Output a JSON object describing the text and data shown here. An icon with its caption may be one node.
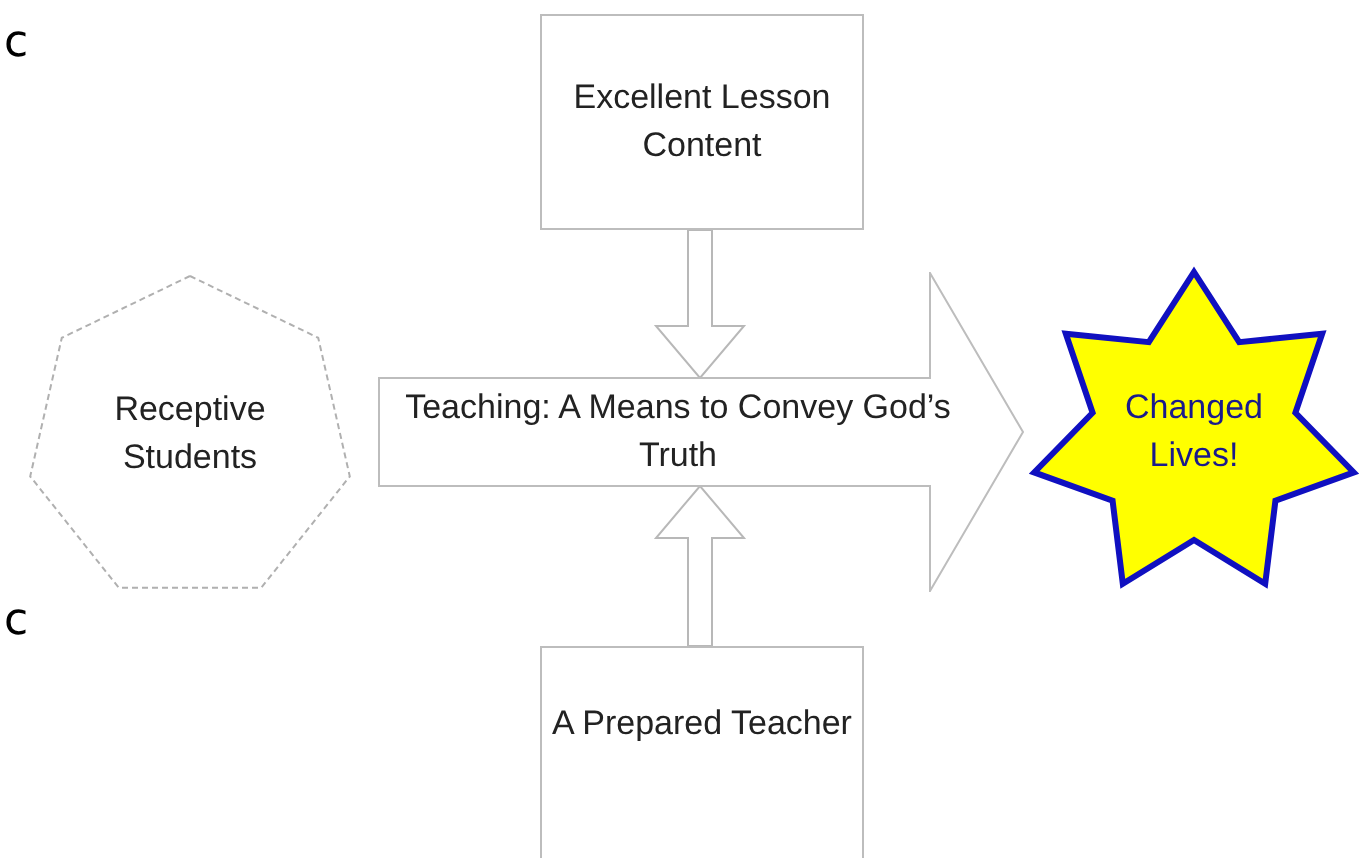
{
  "diagram": {
    "nodes": [
      {
        "text": [
          "Excellent Lesson Content"
        ]
      },
      {
        "text": [
          "Receptive Students"
        ]
      },
      {
        "text": [
          "Teaching: A Means to Convey God’s Truth"
        ]
      },
      {
        "text": [
          "Changed Lives!"
        ]
      },
      {
        "text": [
          "A Prepared Teacher"
        ]
      }
    ],
    "edges": [
      {
        "from": 0,
        "to": 2,
        "arrow": "to"
      },
      {
        "from": 4,
        "to": 2,
        "arrow": "to"
      }
    ],
    "labels": [
      "c",
      "c"
    ]
  }
}
